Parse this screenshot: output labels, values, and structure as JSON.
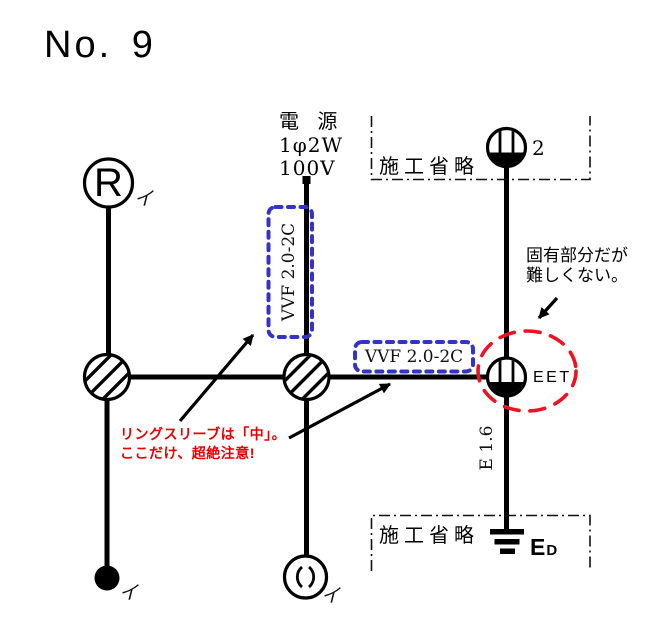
{
  "title": "No. 9",
  "power": {
    "name": "電 源",
    "phase": "1φ2W",
    "voltage": "100V"
  },
  "omission_boxes": {
    "top": "施工省略",
    "bottom": "施工省略"
  },
  "cable_labels": {
    "vertical_vvf": "VVF 2.0-2C",
    "horizontal_vvf": "VVF 2.0-2C",
    "conduit": "E 1.6"
  },
  "device_labels": {
    "receptacle_letter": "R",
    "circuit_mark_receptacle": "イ",
    "circuit_mark_switch": "イ",
    "circuit_mark_rosette": "イ",
    "outlet_count": "2",
    "outlet_type": "EET",
    "earth_main": "E",
    "earth_sub": "D"
  },
  "notes": {
    "black_line1": "固有部分だが",
    "black_line2": "難しくない。",
    "red_line1": "リングスリーブは「中」。",
    "red_line2": "ここだけ、超絶注意!"
  },
  "colors": {
    "cable_highlight_blue": "#3333cc",
    "attention_red": "#ee1122",
    "warning_text_red": "#e60000"
  }
}
